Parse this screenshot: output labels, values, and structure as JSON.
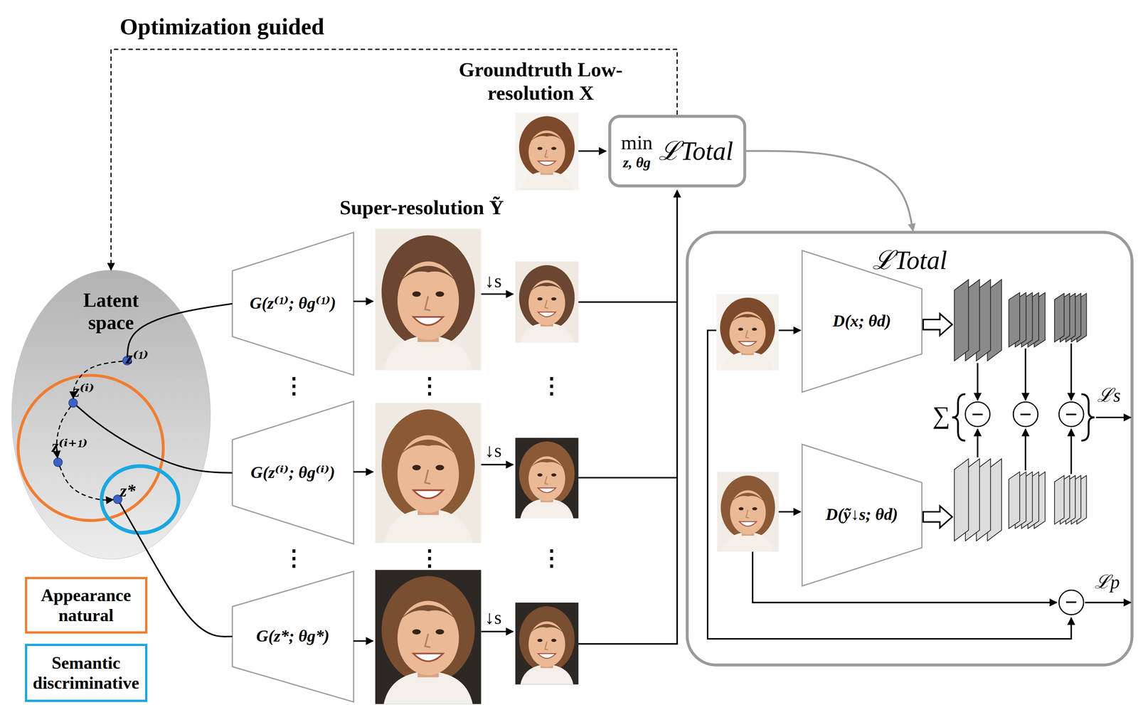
{
  "diagram": {
    "nodes": [
      {
        "text": [
          "Latent space"
        ]
      },
      {
        "text": [
          "z⁽¹⁾"
        ],
        "in": 0
      },
      {
        "text": [
          "z⁽ⁱ⁾"
        ],
        "in": 0
      },
      {
        "text": [
          "z⁽ⁱ⁺¹⁾"
        ],
        "in": 0
      },
      {
        "text": [
          "z*"
        ],
        "in": 0
      },
      {
        "text": [
          "G(z⁽¹⁾; θg⁽¹⁾)"
        ]
      },
      {
        "text": [
          "G(z⁽ⁱ⁾; θg⁽ⁱ⁾)"
        ]
      },
      {
        "text": [
          "G(z*; θg*)"
        ]
      },
      {
        "text": [
          "min",
          "z, θg",
          "ℒTotal"
        ]
      },
      {
        "text": [
          "ℒTotal"
        ]
      },
      {
        "text": [
          "D(x; θd)"
        ],
        "in": 9
      },
      {
        "text": [
          "D(ỹ↓s; θd)"
        ],
        "in": 9
      },
      {
        "text": [
          "−"
        ],
        "in": 9
      },
      {
        "text": [
          "−"
        ],
        "in": 9
      },
      {
        "text": [
          "−"
        ],
        "in": 9
      },
      {
        "text": [
          "−"
        ],
        "in": 9
      }
    ],
    "edges": [
      {
        "from": 8,
        "to": 0,
        "arrow": "to",
        "label": "Optimization guided"
      },
      {
        "from": 1,
        "to": 2,
        "arrow": "to"
      },
      {
        "from": 2,
        "to": 3,
        "arrow": "to"
      },
      {
        "from": 3,
        "to": 4,
        "arrow": "to"
      },
      {
        "from": 1,
        "to": 5,
        "arrow": "none"
      },
      {
        "from": 2,
        "to": 6,
        "arrow": "none"
      },
      {
        "from": 4,
        "to": 7,
        "arrow": "none"
      },
      {
        "from": 8,
        "to": 9,
        "arrow": "to"
      }
    ],
    "labels": [
      "Groundtruth Low-resolution X",
      "Super-resolution Ỹ",
      "↓s",
      "↓s",
      "↓s",
      "⋮",
      "⋮",
      "⋮",
      "⋮",
      "⋮",
      "⋮",
      "∑",
      "ℒs",
      "ℒp"
    ],
    "legend": [
      {
        "text": "Appearance natural",
        "color": "#f07d32"
      },
      {
        "text": "Semantic discriminative",
        "color": "#1ba7e1"
      }
    ]
  }
}
